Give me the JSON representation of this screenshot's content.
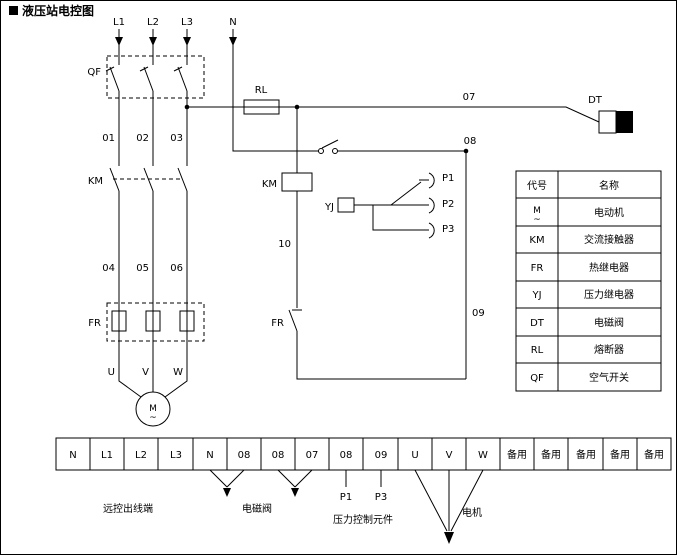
{
  "title": "液压站电控图",
  "colors": {
    "line": "#000000",
    "background": "#ffffff"
  },
  "circuit": {
    "phase_labels": [
      "L1",
      "L2",
      "L3"
    ],
    "neutral_label": "N",
    "qf_label": "QF",
    "km_contact_label": "KM",
    "km_coil_label": "KM",
    "fr_box_label": "FR",
    "fr_contact_label": "FR",
    "rl_label": "RL",
    "dt_label": "DT",
    "yj_label": "YJ",
    "wires": {
      "01": "01",
      "02": "02",
      "03": "03",
      "04": "04",
      "05": "05",
      "06": "06",
      "07": "07",
      "08": "08",
      "09": "09",
      "10": "10"
    },
    "motor": {
      "u": "U",
      "v": "V",
      "w": "W",
      "letter": "M",
      "wave": "~"
    },
    "pressure_points": {
      "p1": "P1",
      "p2": "P2",
      "p3": "P3"
    }
  },
  "legend": {
    "headers": [
      "代号",
      "名称"
    ],
    "motor_icon": {
      "letter": "M",
      "wave": "~"
    },
    "rows": [
      {
        "code": "",
        "name": "电动机"
      },
      {
        "code": "KM",
        "name": "交流接触器"
      },
      {
        "code": "FR",
        "name": "热继电器"
      },
      {
        "code": "YJ",
        "name": "压力继电器"
      },
      {
        "code": "DT",
        "name": "电磁阀"
      },
      {
        "code": "RL",
        "name": "熔断器"
      },
      {
        "code": "QF",
        "name": "空气开关"
      }
    ]
  },
  "terminal_strip": {
    "cells": [
      "N",
      "L1",
      "L2",
      "L3",
      "N",
      "08",
      "08",
      "07",
      "08",
      "09",
      "U",
      "V",
      "W",
      "备用",
      "备用",
      "备用",
      "备用",
      "备用"
    ]
  },
  "annotations": {
    "remote": "远控出线端",
    "solenoid": "电磁阀",
    "p1": "P1",
    "p3": "P3",
    "pressure": "压力控制元件",
    "motor": "电机"
  }
}
